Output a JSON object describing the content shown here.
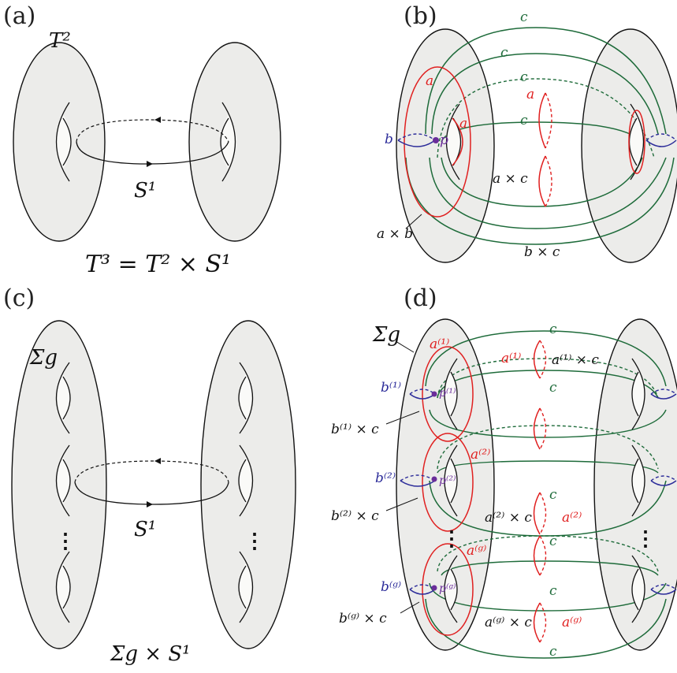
{
  "panels": {
    "a": {
      "label": "(a)",
      "surface_label": "T²",
      "circle_label": "S¹",
      "caption": "T³ = T² × S¹"
    },
    "b": {
      "label": "(b)",
      "labels": {
        "c": "c",
        "a": "a",
        "b": "b",
        "p": "p",
        "a_times_c": "a × c",
        "a_times_b": "a × b",
        "b_times_c": "b × c"
      }
    },
    "c": {
      "label": "(c)",
      "surface_label": "Σg",
      "circle_label": "S¹",
      "dots": "⋮",
      "caption": "Σg × S¹"
    },
    "d": {
      "label": "(d)",
      "surface_label": "Σg",
      "c": "c",
      "dots": "⋮",
      "a1": "a⁽¹⁾",
      "a2": "a⁽²⁾",
      "ag": "a⁽ᵍ⁾",
      "b1": "b⁽¹⁾",
      "b2": "b⁽²⁾",
      "bg": "b⁽ᵍ⁾",
      "p1": "p⁽¹⁾",
      "p2": "p⁽²⁾",
      "pg": "p⁽ᵍ⁾",
      "a1c": "a⁽¹⁾ × c",
      "a2c": "a⁽²⁾ × c",
      "agc": "a⁽ᵍ⁾ × c",
      "b1c": "b⁽¹⁾ × c",
      "b2c": "b⁽²⁾ × c",
      "bgc": "b⁽ᵍ⁾ × c"
    }
  },
  "colors": {
    "surface": "#ececea",
    "green": "#1e6b3a",
    "red": "#e02020",
    "blue": "#2d2d9a",
    "purple": "#6a2d9a"
  }
}
